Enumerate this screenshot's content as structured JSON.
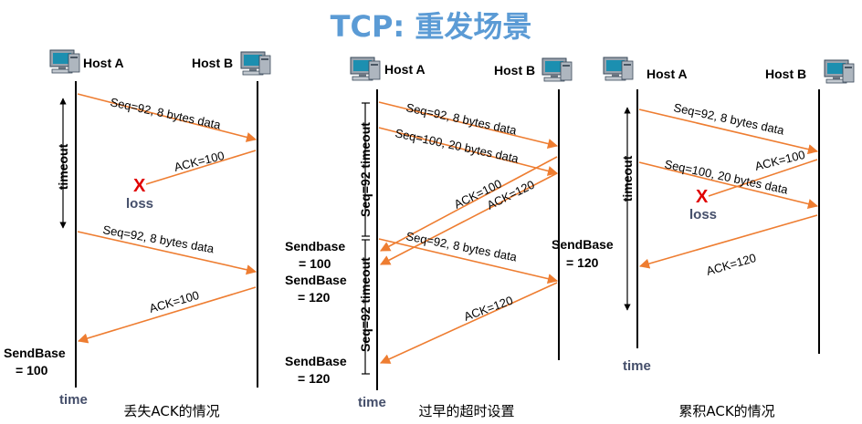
{
  "title": "TCP: 重发场景",
  "colors": {
    "title": "#5b9bd5",
    "arrow": "#ee7d31",
    "loss": "#e00000"
  },
  "icons": {
    "host": "computer-icon"
  },
  "scenarios": [
    {
      "caption": "丢失ACK的情况",
      "host_a": "Host A",
      "host_b": "Host B",
      "time_label": "time",
      "timeout_label": "timeout",
      "loss_mark": "X",
      "loss_label": "loss",
      "messages": [
        "Seq=92, 8 bytes data",
        "ACK=100",
        "Seq=92, 8 bytes data",
        "ACK=100"
      ],
      "sendbase": [
        "SendBase",
        "= 100"
      ]
    },
    {
      "caption": "过早的超时设置",
      "host_a": "Host A",
      "host_b": "Host B",
      "time_label": "time",
      "timeout_label": "Seq=92  timeout",
      "messages": [
        "Seq=92, 8 bytes data",
        "Seq=100, 20 bytes data",
        "ACK=100",
        "ACK=120",
        "Seq=92, 8 bytes data",
        "ACK=120"
      ],
      "sendbase_a": [
        [
          "Sendbase",
          "= 100"
        ],
        [
          "SendBase",
          "= 120"
        ],
        [
          "SendBase",
          "= 120"
        ]
      ],
      "sendbase_b": [
        "SendBase",
        "= 120"
      ]
    },
    {
      "caption": "累积ACK的情况",
      "host_a": "Host A",
      "host_b": "Host B",
      "time_label": "time",
      "timeout_label": "timeout",
      "loss_mark": "X",
      "loss_label": "loss",
      "messages": [
        "Seq=92, 8 bytes data",
        "ACK=100",
        "Seq=100, 20 bytes data",
        "ACK=120"
      ]
    }
  ]
}
